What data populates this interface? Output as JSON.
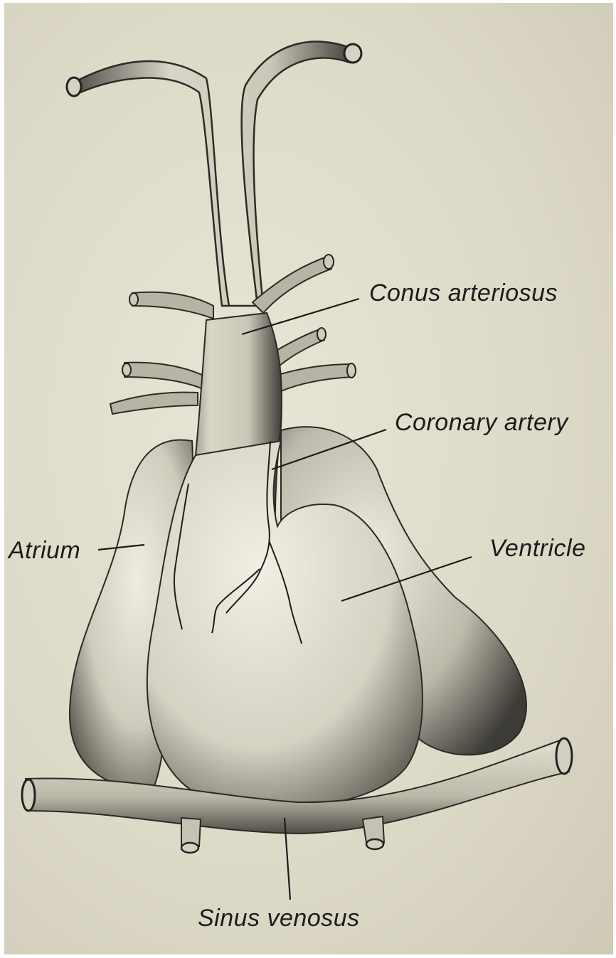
{
  "labels": {
    "conus_arteriosus": "Conus arteriosus",
    "coronary_artery": "Coronary artery",
    "atrium": "Atrium",
    "ventricle": "Ventricle",
    "sinus_venosus": "Sinus venosus"
  },
  "colors": {
    "paper": "#ddd9c7",
    "ink": "#1b1b1b",
    "organ_fill": "#e8e4d4",
    "shadow": "#6e6b63"
  }
}
